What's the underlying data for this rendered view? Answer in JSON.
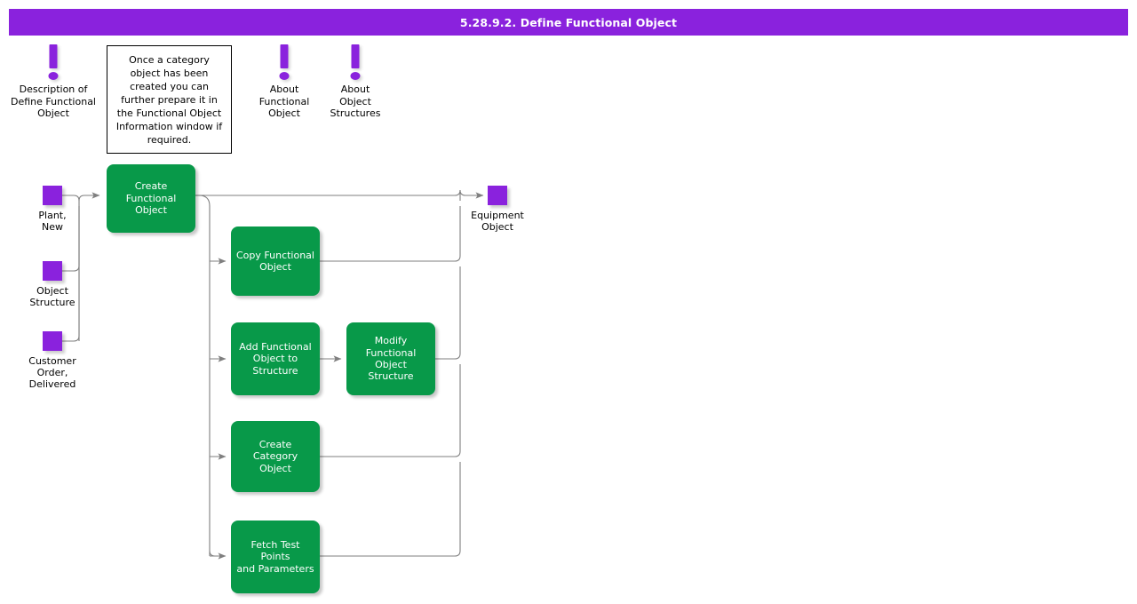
{
  "header": {
    "title": "5.28.9.2. Define Functional Object",
    "bar_color": "#8a22dd",
    "text_color": "#ffffff"
  },
  "theme": {
    "process_color": "#089949",
    "data_node_color": "#8a22dd",
    "connector_color": "#7f7f7f",
    "text_dark": "#000000",
    "text_light": "#ffffff",
    "background": "#ffffff"
  },
  "info_markers": [
    {
      "id": "description-of-define-functional-object",
      "icon": "exclamation-icon",
      "label": "Description of\nDefine Functional\nObject"
    },
    {
      "id": "about-functional-object",
      "icon": "exclamation-icon",
      "label": "About\nFunctional\nObject"
    },
    {
      "id": "about-object-structures",
      "icon": "exclamation-icon",
      "label": "About\nObject\nStructures"
    }
  ],
  "note": {
    "id": "category-object-note",
    "text": "Once a category object has been created you can further prepare it in the Functional Object Information window if required."
  },
  "input_nodes": [
    {
      "id": "plant-new",
      "label": "Plant,\nNew"
    },
    {
      "id": "object-structure",
      "label": "Object\nStructure"
    },
    {
      "id": "customer-order-delivered",
      "label": "Customer\nOrder,\nDelivered"
    }
  ],
  "output_nodes": [
    {
      "id": "equipment-object",
      "label": "Equipment\nObject"
    }
  ],
  "processes": [
    {
      "id": "create-functional-object",
      "label": "Create\nFunctional\nObject"
    },
    {
      "id": "copy-functional-object",
      "label": "Copy Functional\nObject"
    },
    {
      "id": "add-functional-object-to-structure",
      "label": "Add Functional\nObject to\nStructure"
    },
    {
      "id": "modify-functional-object-structure",
      "label": "Modify\nFunctional\nObject Structure"
    },
    {
      "id": "create-category-object",
      "label": "Create Category\nObject"
    },
    {
      "id": "fetch-test-points-and-parameters",
      "label": "Fetch Test Points\nand Parameters"
    }
  ],
  "connections": [
    {
      "from": "plant-new",
      "to": "create-functional-object"
    },
    {
      "from": "object-structure",
      "to": "create-functional-object"
    },
    {
      "from": "customer-order-delivered",
      "to": "create-functional-object"
    },
    {
      "from": "create-functional-object",
      "to": "equipment-object"
    },
    {
      "from": "create-functional-object",
      "to": "copy-functional-object"
    },
    {
      "from": "create-functional-object",
      "to": "add-functional-object-to-structure"
    },
    {
      "from": "create-functional-object",
      "to": "create-category-object"
    },
    {
      "from": "create-functional-object",
      "to": "fetch-test-points-and-parameters"
    },
    {
      "from": "add-functional-object-to-structure",
      "to": "modify-functional-object-structure"
    },
    {
      "from": "copy-functional-object",
      "to": "equipment-object"
    },
    {
      "from": "modify-functional-object-structure",
      "to": "equipment-object"
    },
    {
      "from": "create-category-object",
      "to": "equipment-object"
    },
    {
      "from": "fetch-test-points-and-parameters",
      "to": "equipment-object"
    }
  ]
}
